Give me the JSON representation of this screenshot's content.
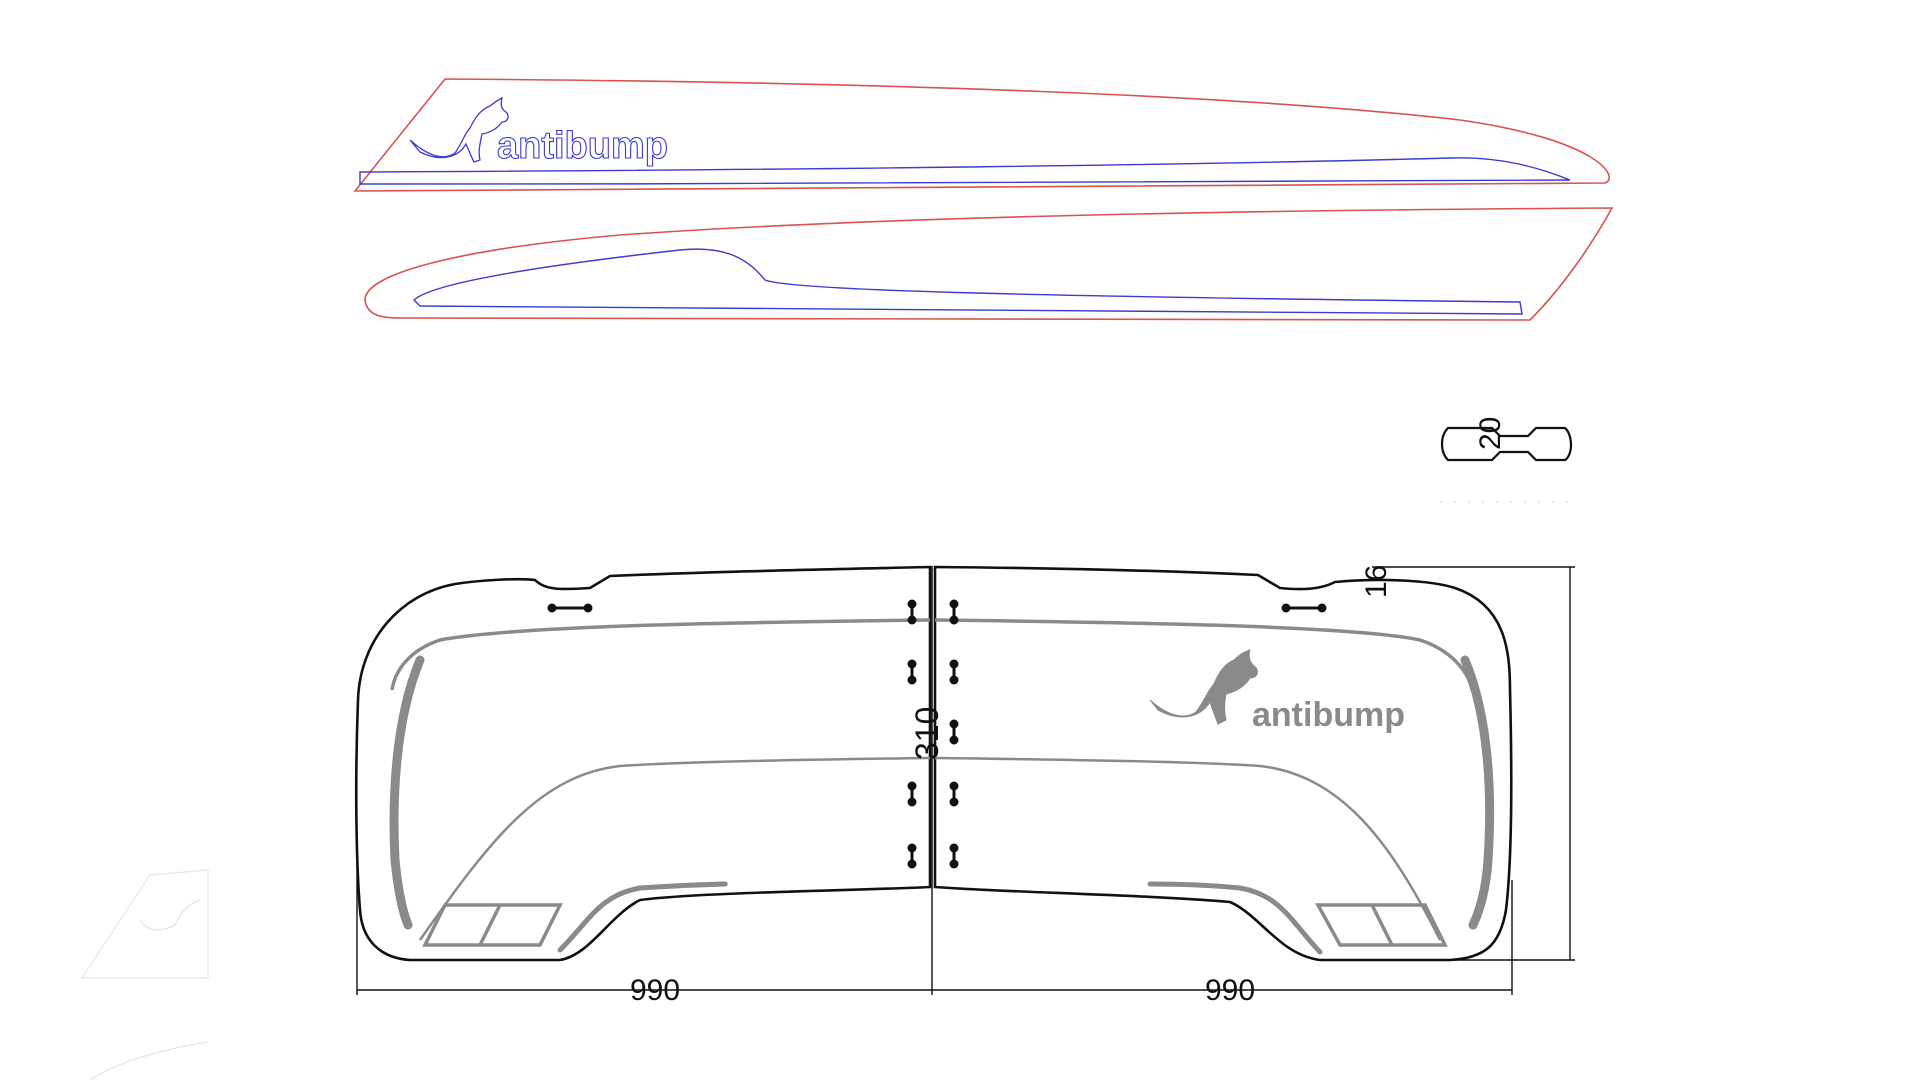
{
  "brand": {
    "name": "antibump"
  },
  "dimensions": {
    "height_center": "310",
    "top_offset": "16",
    "clip_thickness": "20",
    "width_left": "990",
    "width_right": "990"
  },
  "colors": {
    "outer_outline": "#d9534f",
    "inner_outline": "#3b3bd1",
    "drawing_line": "#111111",
    "inner_detail": "#8a8a8a",
    "background": "#ffffff"
  },
  "icons": {
    "mascot": "kangaroo-icon"
  }
}
